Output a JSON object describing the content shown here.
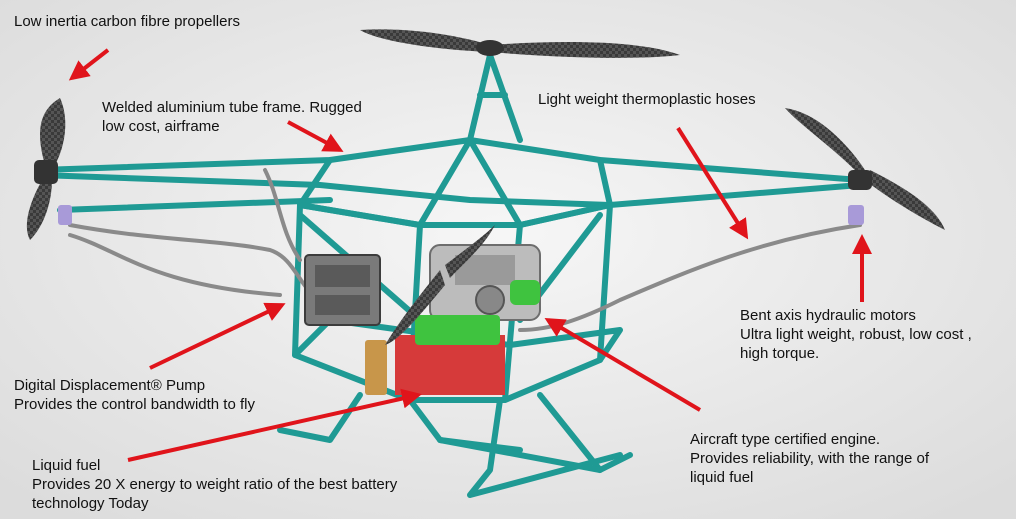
{
  "labels": {
    "propellers": [
      "Low inertia carbon fibre propellers"
    ],
    "frame": [
      "Welded aluminium tube frame. Rugged",
      "low cost, airframe"
    ],
    "hoses": [
      "Light weight thermoplastic hoses"
    ],
    "motors": [
      "Bent axis hydraulic motors",
      "Ultra light weight, robust, low cost ,",
      "high torque."
    ],
    "pump": [
      "Digital Displacement® Pump",
      "Provides the control bandwidth to fly"
    ],
    "fuel": [
      "Liquid fuel",
      "Provides 20 X energy to weight ratio of the best battery",
      "technology Today"
    ],
    "engine": [
      "Aircraft type certified engine.",
      "Provides reliability, with the range of",
      "liquid fuel"
    ]
  },
  "colors": {
    "frame": "#1f9a94",
    "arrow": "#e0141b",
    "carbon": "#3a3a3a",
    "motor": "#a89ad8",
    "tank_red": "#d63a3a",
    "tank_green": "#3fc33f",
    "background": "#ececec"
  }
}
